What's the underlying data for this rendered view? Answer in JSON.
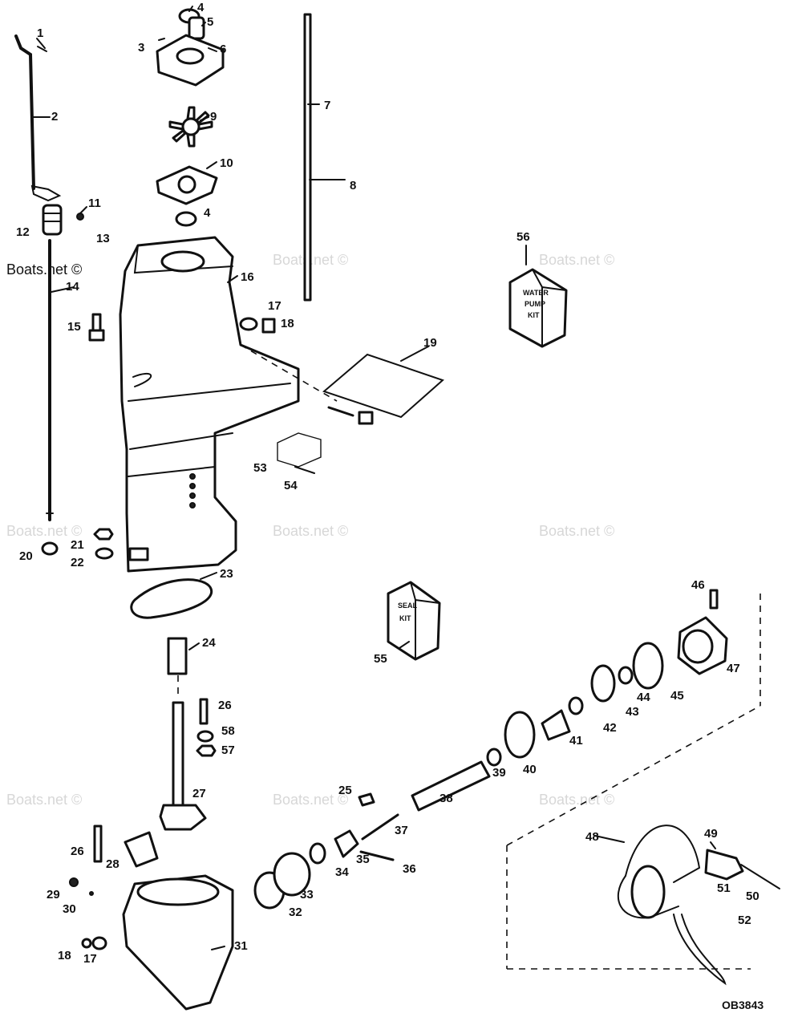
{
  "diagram_code": "OB3843",
  "watermark": "Boats.net ©",
  "kits": {
    "water_pump": [
      "WATER",
      "PUMP",
      "KIT"
    ],
    "seal": [
      "SEAL",
      "KIT"
    ]
  },
  "callouts": [
    "1",
    "2",
    "3",
    "4",
    "5",
    "6",
    "7",
    "8",
    "9",
    "10",
    "11",
    "12",
    "13",
    "14",
    "15",
    "16",
    "17",
    "18",
    "19",
    "20",
    "21",
    "22",
    "23",
    "24",
    "25",
    "26",
    "27",
    "28",
    "29",
    "30",
    "31",
    "32",
    "33",
    "34",
    "35",
    "36",
    "37",
    "38",
    "39",
    "40",
    "41",
    "42",
    "43",
    "44",
    "45",
    "46",
    "47",
    "48",
    "49",
    "50",
    "51",
    "52",
    "53",
    "54",
    "55",
    "56",
    "57",
    "58"
  ],
  "callout_list": [
    "1",
    "2",
    "3",
    "4",
    "5",
    "6",
    "7",
    "8",
    "9",
    "10",
    "11",
    "4",
    "12",
    "13",
    "14",
    "15",
    "16",
    "17",
    "18",
    "19",
    "53",
    "54",
    "20",
    "21",
    "22",
    "23",
    "24",
    "26",
    "58",
    "57",
    "27",
    "25",
    "38",
    "28",
    "26",
    "29",
    "30",
    "18",
    "17",
    "31",
    "32",
    "33",
    "34",
    "35",
    "36",
    "37",
    "39",
    "40",
    "41",
    "42",
    "43",
    "44",
    "45",
    "46",
    "47",
    "48",
    "49",
    "50",
    "51",
    "52",
    "55",
    "56"
  ]
}
